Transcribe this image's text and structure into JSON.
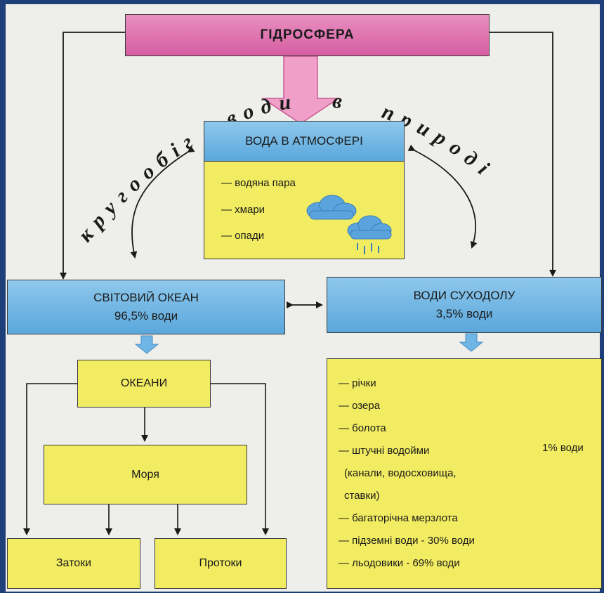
{
  "hydrosphere": "ГІДРОСФЕРА",
  "arc_text": {
    "word1": "кругообіг",
    "word2": "води",
    "word3": "в",
    "word4": "природі"
  },
  "atmosphere": {
    "title": "ВОДА В АТМОСФЕРІ",
    "items": [
      "— водяна пара",
      "— хмари",
      "— опади"
    ]
  },
  "ocean": {
    "title": "СВІТОВИЙ ОКЕАН",
    "share": "96,5% води"
  },
  "land": {
    "title": "ВОДИ СУХОДОЛУ",
    "share": "3,5% води"
  },
  "oceans_box": "ОКЕАНИ",
  "seas_box": "Моря",
  "bays_box": "Затоки",
  "straits_box": "Протоки",
  "land_items": [
    "— річки",
    "— озера",
    "— болота",
    "— штучні водойми",
    "(канали, водосховища,",
    "ставки)",
    "— багаторічна мерзлота",
    "— підземні води - 30% води",
    "— льодовики - 69% води"
  ],
  "bracket_label": "1% води",
  "colors": {
    "pink": "#d55ea2",
    "blue": "#5aa7dc",
    "yellow": "#f2ec62",
    "background": "#1f3f7a"
  }
}
